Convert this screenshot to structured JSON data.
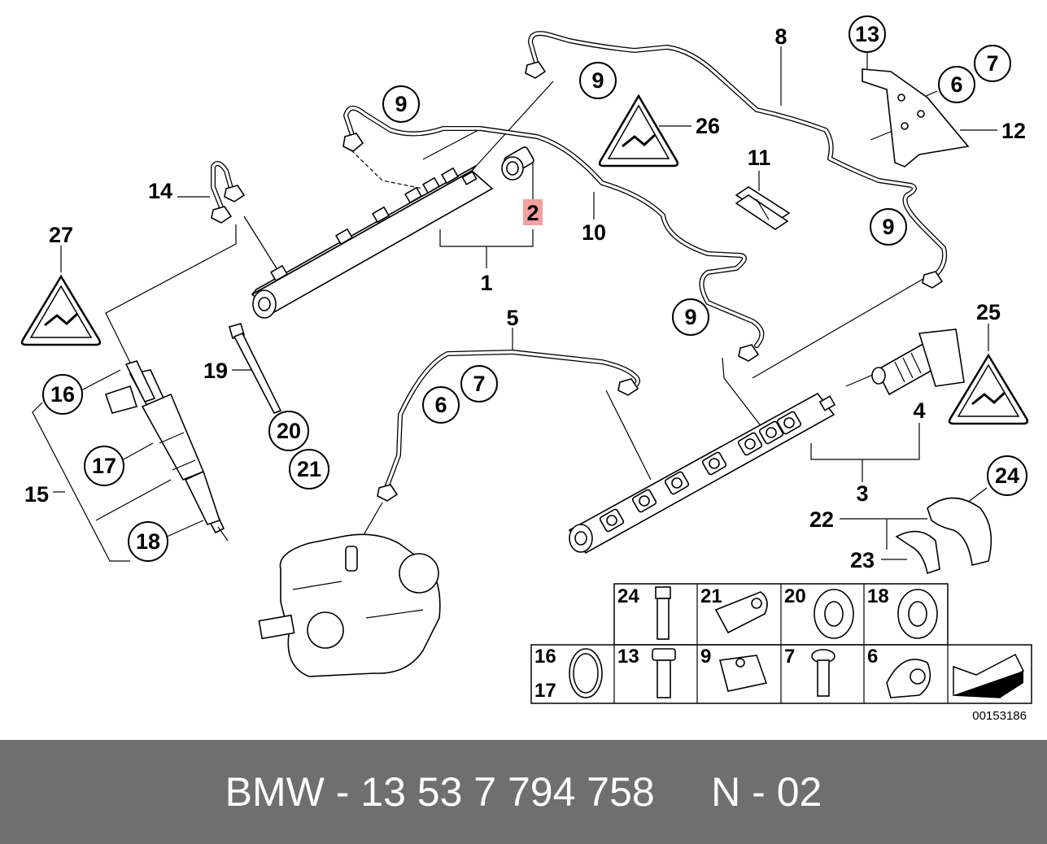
{
  "diagram": {
    "part_labels": {
      "p1": "1",
      "p2": "2",
      "p3": "3",
      "p4": "4",
      "p5": "5",
      "p6a": "6",
      "p6b": "6",
      "p7a": "7",
      "p7b": "7",
      "p8": "8",
      "p9a": "9",
      "p9b": "9",
      "p9c": "9",
      "p9d": "9",
      "p10": "10",
      "p11": "11",
      "p12": "12",
      "p13": "13",
      "p14": "14",
      "p15": "15",
      "p16": "16",
      "p17": "17",
      "p18": "18",
      "p19": "19",
      "p20": "20",
      "p21": "21",
      "p22": "22",
      "p23": "23",
      "p24": "24",
      "p25": "25",
      "p26": "26",
      "p27": "27"
    },
    "legend": {
      "top_row": [
        "24",
        "21",
        "20",
        "18"
      ],
      "bottom_row": [
        "16",
        "13",
        "9",
        "7",
        "6"
      ],
      "bottom_row_extra": "17"
    },
    "reference_number": "00153186",
    "highlighted_part": "2",
    "highlight_color": "#f4a0a0"
  },
  "footer": {
    "text": "BMW - 13 53 7 794 758     N - 02",
    "background": "#6f6f6f"
  }
}
